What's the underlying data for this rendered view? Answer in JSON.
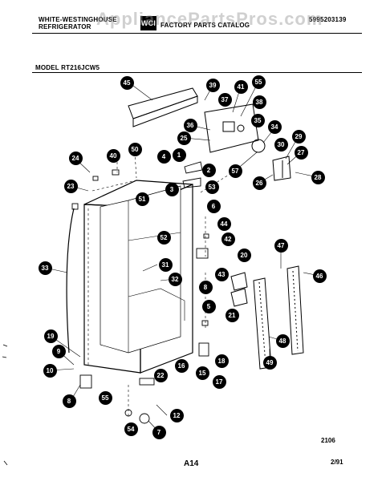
{
  "header": {
    "brand_line1": "WHITE-WESTINGHOUSE",
    "brand_line2": "REFRIGERATOR",
    "catalog_title": "FACTORY PARTS CATALOG",
    "catalog_number": "5995203139",
    "model_label": "MODEL RT216JCW5",
    "logo_text": "WCI",
    "watermark": "AppliancePartsPros.com"
  },
  "callouts": [
    "45",
    "39",
    "41",
    "55",
    "37",
    "38",
    "36",
    "35",
    "25",
    "34",
    "29",
    "30",
    "27",
    "57",
    "26",
    "28",
    "24",
    "40",
    "50",
    "4",
    "1",
    "2",
    "23",
    "51",
    "3",
    "53",
    "6",
    "44",
    "42",
    "52",
    "47",
    "20",
    "31",
    "46",
    "43",
    "32",
    "33",
    "8",
    "5",
    "21",
    "19",
    "48",
    "9",
    "49",
    "10",
    "16",
    "15",
    "18",
    "22",
    "17",
    "55",
    "12",
    "8",
    "54",
    "7"
  ],
  "footer": {
    "drawing_number": "2106",
    "page_code": "A14",
    "date_code": "2/91"
  }
}
